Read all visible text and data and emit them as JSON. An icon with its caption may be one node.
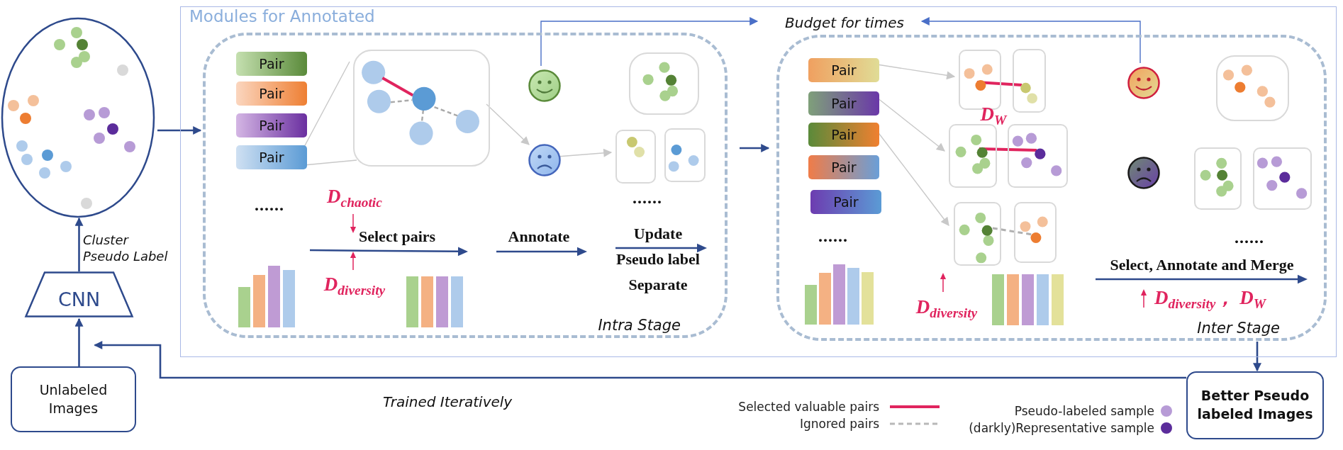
{
  "diagram": {
    "nodes": [
      {
        "text": [],
        "shape": "circle"
      },
      {
        "text": [
          "CNN"
        ]
      },
      {
        "text": [
          "Unlabeled Images"
        ]
      },
      {
        "text": [
          "Modules for Annotated"
        ]
      },
      {
        "text": [
          "Intra Stage"
        ],
        "in": 3
      },
      {
        "text": [
          "Pair"
        ],
        "in": 4
      },
      {
        "text": [
          "Pair"
        ],
        "in": 4
      },
      {
        "text": [
          "Pair"
        ],
        "in": 4
      },
      {
        "text": [
          "Pair"
        ],
        "in": 4
      },
      {
        "text": [],
        "shape": "box",
        "in": 4
      },
      {
        "text": [],
        "shape": "circle",
        "in": 4
      },
      {
        "text": [],
        "shape": "circle",
        "in": 4
      },
      {
        "text": [],
        "shape": "box",
        "in": 4
      },
      {
        "text": [],
        "shape": "box",
        "in": 4
      },
      {
        "text": [],
        "shape": "box",
        "in": 4
      },
      {
        "text": [
          "Budget for times"
        ],
        "in": 3
      },
      {
        "text": [
          "Inter Stage"
        ],
        "in": 3
      },
      {
        "text": [
          "Pair"
        ],
        "in": 16
      },
      {
        "text": [
          "Pair"
        ],
        "in": 16
      },
      {
        "text": [
          "Pair"
        ],
        "in": 16
      },
      {
        "text": [
          "Pair"
        ],
        "in": 16
      },
      {
        "text": [
          "Pair"
        ],
        "in": 16
      },
      {
        "text": [],
        "shape": "box",
        "in": 16
      },
      {
        "text": [],
        "shape": "box",
        "in": 16
      },
      {
        "text": [],
        "shape": "box",
        "in": 16
      },
      {
        "text": [],
        "shape": "box",
        "in": 16
      },
      {
        "text": [],
        "shape": "box",
        "in": 16
      },
      {
        "text": [],
        "shape": "box",
        "in": 16
      },
      {
        "text": [],
        "shape": "circle",
        "in": 16
      },
      {
        "text": [],
        "shape": "circle",
        "in": 16
      },
      {
        "text": [],
        "shape": "box",
        "in": 16
      },
      {
        "text": [],
        "shape": "box",
        "in": 16
      },
      {
        "text": [],
        "shape": "box",
        "in": 16
      },
      {
        "text": [
          "Better Pseudo labeled Images"
        ]
      }
    ],
    "edges": [
      {
        "from": 0,
        "to": 4,
        "arrow": "to"
      },
      {
        "from": 1,
        "to": 0,
        "arrow": "to",
        "label": "Cluster Pseudo Label"
      },
      {
        "from": 2,
        "to": 1,
        "arrow": "to"
      },
      {
        "from": 33,
        "to": 1,
        "arrow": "to",
        "label": "Trained Iteratively"
      },
      {
        "from": 8,
        "to": 9,
        "arrow": "none",
        "color": "#c8c8c8"
      },
      {
        "from": 9,
        "to": 11,
        "arrow": "to",
        "color": "#c8c8c8"
      },
      {
        "from": 11,
        "to": 13,
        "arrow": "to",
        "color": "#c8c8c8"
      },
      {
        "from": 10,
        "to": 15,
        "arrow": "to",
        "color": "#4a6fc7"
      },
      {
        "from": 28,
        "to": 15,
        "arrow": "to",
        "color": "#4a6fc7"
      },
      {
        "from": 4,
        "to": 16,
        "arrow": "to"
      },
      {
        "from": 17,
        "to": 22,
        "arrow": "to",
        "color": "#c8c8c8"
      },
      {
        "from": 18,
        "to": 24,
        "arrow": "to",
        "color": "#c8c8c8"
      },
      {
        "from": 19,
        "to": 26,
        "arrow": "to",
        "color": "#c8c8c8"
      },
      {
        "from": 16,
        "to": 33,
        "arrow": "to"
      },
      {
        "from": 22,
        "to": 23,
        "arrow": "none",
        "color": "#e0245e"
      },
      {
        "from": 24,
        "to": 25,
        "arrow": "none",
        "color": "#e0245e"
      },
      {
        "from": 26,
        "to": 27,
        "arrow": "none",
        "style": "dashed",
        "color": "#b0b0b0"
      }
    ],
    "labels": [
      "......",
      "D$_{chaotic}$",
      "Select pairs",
      "D$_{diversity}$",
      "Annotate",
      "Update Pseudo label Separate",
      "......",
      "......",
      "D$_{W}$",
      "D$_{diversity}$",
      "Select, Annotate and Merge",
      "D$_{diversity}$， D$_{W}$",
      "......"
    ],
    "legend": [
      {
        "text": "Selected valuable pairs"
      },
      {
        "text": "Ignored pairs"
      },
      {
        "text": "Pseudo-labeled sample"
      },
      {
        "text": "(darkly)Representative sample"
      }
    ]
  }
}
